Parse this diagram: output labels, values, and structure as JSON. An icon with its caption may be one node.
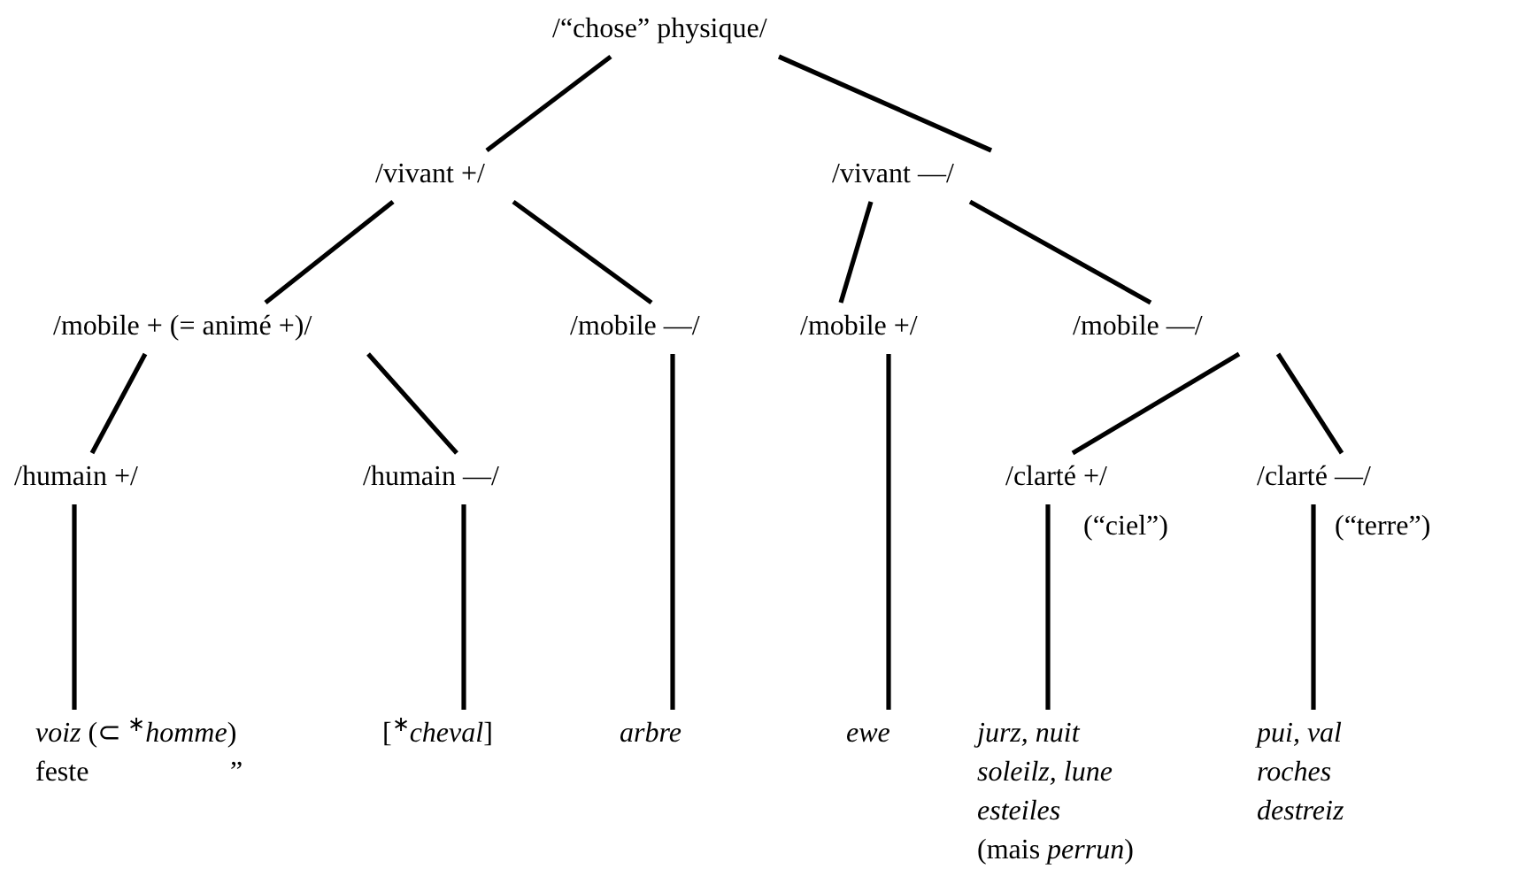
{
  "diagram": {
    "nodes": [
      {
        "text": [
          "/“chose” physique/"
        ]
      },
      {
        "text": [
          "/vivant +/"
        ]
      },
      {
        "text": [
          "/vivant —/"
        ]
      },
      {
        "text": [
          "/mobile + (= animé +)/"
        ]
      },
      {
        "text": [
          "/mobile —/"
        ]
      },
      {
        "text": [
          "/mobile +/"
        ]
      },
      {
        "text": [
          "/mobile —/"
        ]
      },
      {
        "text": [
          "/humain +/"
        ]
      },
      {
        "text": [
          "/humain —/"
        ]
      },
      {
        "text": [
          "/clarté +/"
        ],
        "beside": [
          "(“ciel”)"
        ]
      },
      {
        "text": [
          "/clarté —/"
        ],
        "beside": [
          "(“terre”)"
        ]
      },
      {
        "text": [
          "*voiz* (⊂ $^{∗}$*homme*)",
          "feste",
          "”"
        ]
      },
      {
        "text": [
          "[$^{∗}$*cheval*]"
        ]
      },
      {
        "text": [
          "*arbre*"
        ]
      },
      {
        "text": [
          "*ewe*"
        ]
      },
      {
        "text": [
          "*jurz, nuit*",
          "*soleilz, lune*",
          "*esteiles*",
          "(mais *perrun*)"
        ]
      },
      {
        "text": [
          "*pui, val*",
          "*roches*",
          "*destreiz*"
        ]
      }
    ],
    "edges": [
      {
        "from": 0,
        "to": 1,
        "arrow": "none"
      },
      {
        "from": 0,
        "to": 2,
        "arrow": "none"
      },
      {
        "from": 1,
        "to": 3,
        "arrow": "none"
      },
      {
        "from": 1,
        "to": 4,
        "arrow": "none"
      },
      {
        "from": 2,
        "to": 5,
        "arrow": "none"
      },
      {
        "from": 2,
        "to": 6,
        "arrow": "none"
      },
      {
        "from": 3,
        "to": 7,
        "arrow": "none"
      },
      {
        "from": 3,
        "to": 8,
        "arrow": "none"
      },
      {
        "from": 6,
        "to": 9,
        "arrow": "none"
      },
      {
        "from": 6,
        "to": 10,
        "arrow": "none"
      },
      {
        "from": 7,
        "to": 11,
        "arrow": "none"
      },
      {
        "from": 8,
        "to": 12,
        "arrow": "none"
      },
      {
        "from": 4,
        "to": 13,
        "arrow": "none"
      },
      {
        "from": 5,
        "to": 14,
        "arrow": "none"
      },
      {
        "from": 9,
        "to": 15,
        "arrow": "none"
      },
      {
        "from": 10,
        "to": 16,
        "arrow": "none"
      }
    ]
  }
}
